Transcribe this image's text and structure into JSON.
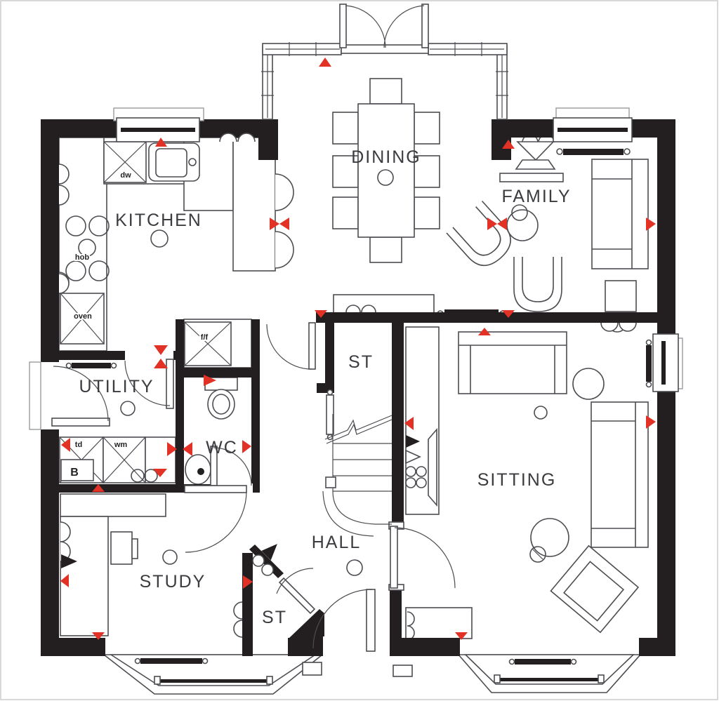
{
  "floorplan": {
    "rooms": {
      "kitchen": "KITCHEN",
      "dining": "DINING",
      "family": "FAMILY",
      "utility": "UTILITY",
      "wc": "WC",
      "store_landing": "ST",
      "sitting": "SITTING",
      "study": "STUDY",
      "hall": "HALL",
      "store_hall": "ST"
    },
    "appliances": {
      "dishwasher": "dw",
      "hob": "hob",
      "oven": "oven",
      "fridge_freezer": "f/f",
      "tumble_dryer": "td",
      "washing_machine": "wm",
      "boiler": "B"
    },
    "colors": {
      "wall": "#231f20",
      "furniture_line": "#4c4d52",
      "marker_red": "#e23125",
      "background": "#ffffff"
    }
  }
}
